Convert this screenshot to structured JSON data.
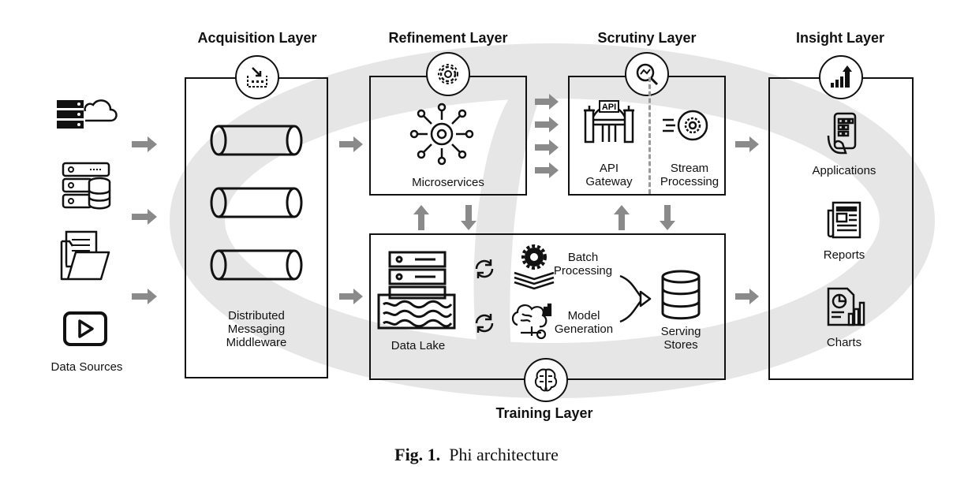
{
  "layers": {
    "acquisition": {
      "title": "Acquisition Layer",
      "label_lines": [
        "Distributed",
        "Messaging",
        "Middleware"
      ]
    },
    "refinement": {
      "title": "Refinement Layer",
      "label": "Microservices"
    },
    "scrutiny": {
      "title": "Scrutiny Layer",
      "api_lines": [
        "API",
        "Gateway"
      ],
      "stream_lines": [
        "Stream",
        "Processing"
      ]
    },
    "insight": {
      "title": "Insight Layer",
      "applications": "Applications",
      "reports": "Reports",
      "charts": "Charts"
    },
    "training": {
      "title": "Training Layer",
      "data_lake": "Data Lake",
      "batch_lines": [
        "Batch",
        "Processing"
      ],
      "model_lines": [
        "Model",
        "Generation"
      ],
      "serving_lines": [
        "Serving",
        "Stores"
      ]
    }
  },
  "sources": {
    "label": "Data Sources"
  },
  "api_badge": "API",
  "caption": {
    "prefix": "Fig. 1.",
    "text": "Phi architecture"
  },
  "icons": [
    "cloud-server-icon",
    "database-server-icon",
    "folder-icon",
    "video-play-icon",
    "pipe-icon",
    "gear-icon",
    "network-gear-icon",
    "magnifier-icon",
    "chart-up-icon",
    "phone-icon",
    "newspaper-icon",
    "report-chart-icon",
    "brain-icon",
    "sync-icon",
    "layers-gear-icon",
    "database-icon",
    "data-lake-icon",
    "ingest-icon"
  ],
  "colors": {
    "background_phi": "#e6e6e6",
    "arrow": "#8a8a8a",
    "stroke": "#111111"
  }
}
